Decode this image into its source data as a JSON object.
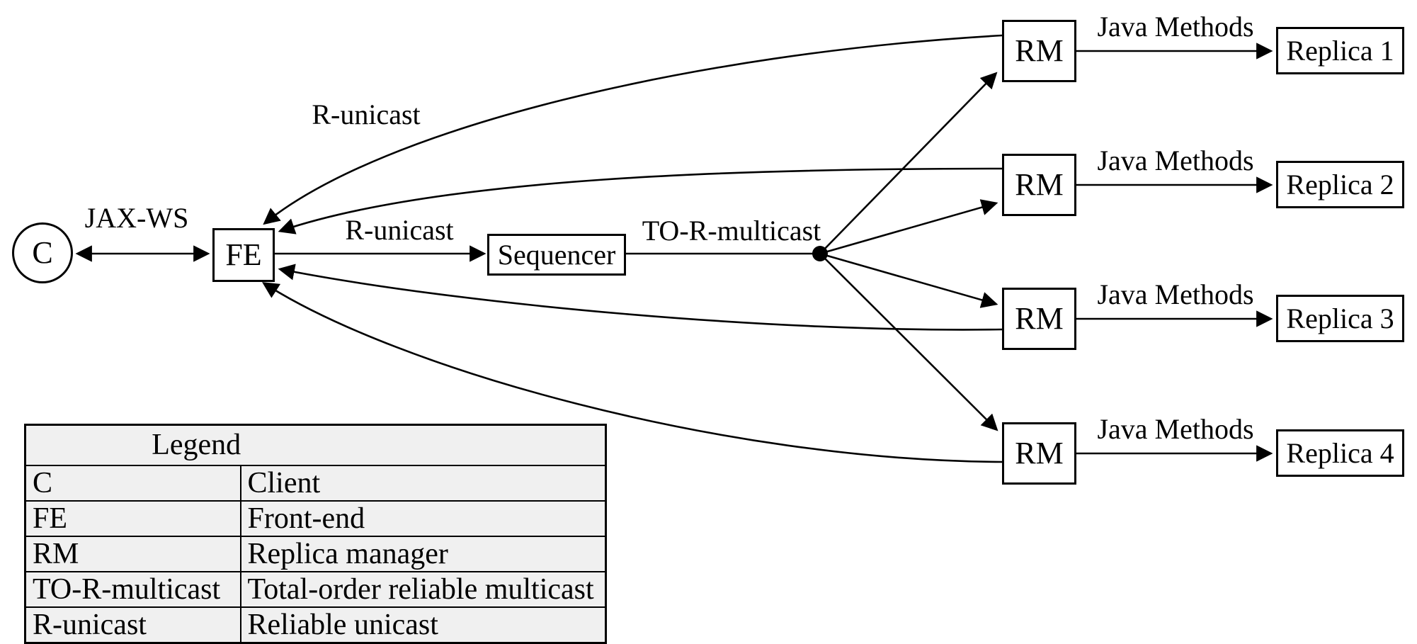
{
  "nodes": {
    "client": "C",
    "front_end": "FE",
    "sequencer": "Sequencer",
    "rm": "RM",
    "replicas": [
      "Replica 1",
      "Replica 2",
      "Replica 3",
      "Replica 4"
    ]
  },
  "edges": {
    "jax_ws": "JAX-WS",
    "r_unicast_top": "R-unicast",
    "r_unicast_mid": "R-unicast",
    "to_r_multicast": "TO-R-multicast",
    "java_methods": "Java Methods"
  },
  "legend": {
    "title": "Legend",
    "rows": [
      {
        "key": "C",
        "value": "Client"
      },
      {
        "key": "FE",
        "value": "Front-end"
      },
      {
        "key": "RM",
        "value": "Replica manager"
      },
      {
        "key": "TO-R-multicast",
        "value": "Total-order reliable multicast"
      },
      {
        "key": "R-unicast",
        "value": "Reliable unicast"
      }
    ]
  },
  "colors": {
    "line": "#000000",
    "table_cell_bg": "#f0f0f0",
    "background": "#ffffff"
  }
}
